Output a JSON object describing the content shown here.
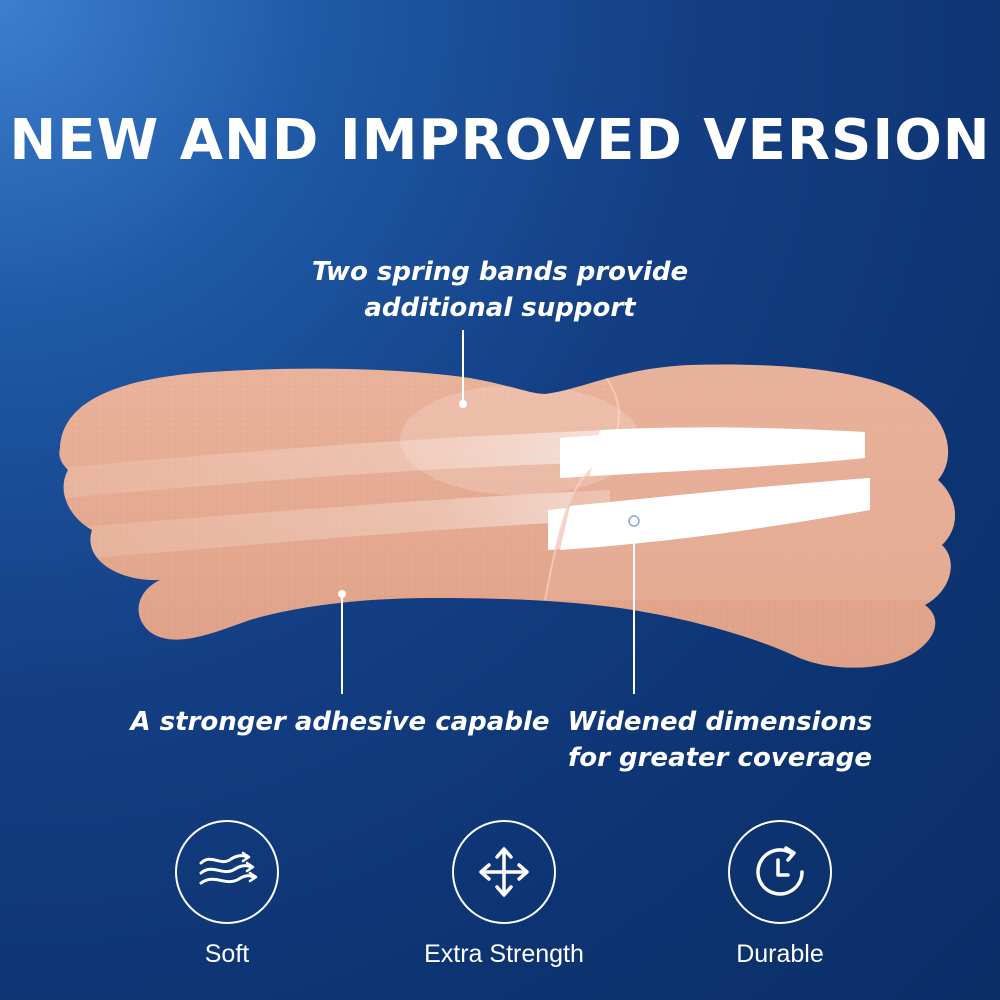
{
  "headline": "NEW AND IMPROVED VERSION",
  "callouts": {
    "top": [
      "Two spring bands provide",
      "additional support"
    ],
    "left": [
      "A stronger adhesive capable"
    ],
    "right": [
      "Widened dimensions",
      "for greater coverage"
    ]
  },
  "features": [
    {
      "label": "Soft",
      "icon": "soft-waves-icon"
    },
    {
      "label": "Extra Strength",
      "icon": "four-arrows-icon"
    },
    {
      "label": "Durable",
      "icon": "clock-refresh-icon"
    }
  ],
  "colors": {
    "background_dark": "#0b2e66",
    "background_light": "#3d7fd0",
    "strip": "#e6ab92",
    "text": "#ffffff"
  }
}
